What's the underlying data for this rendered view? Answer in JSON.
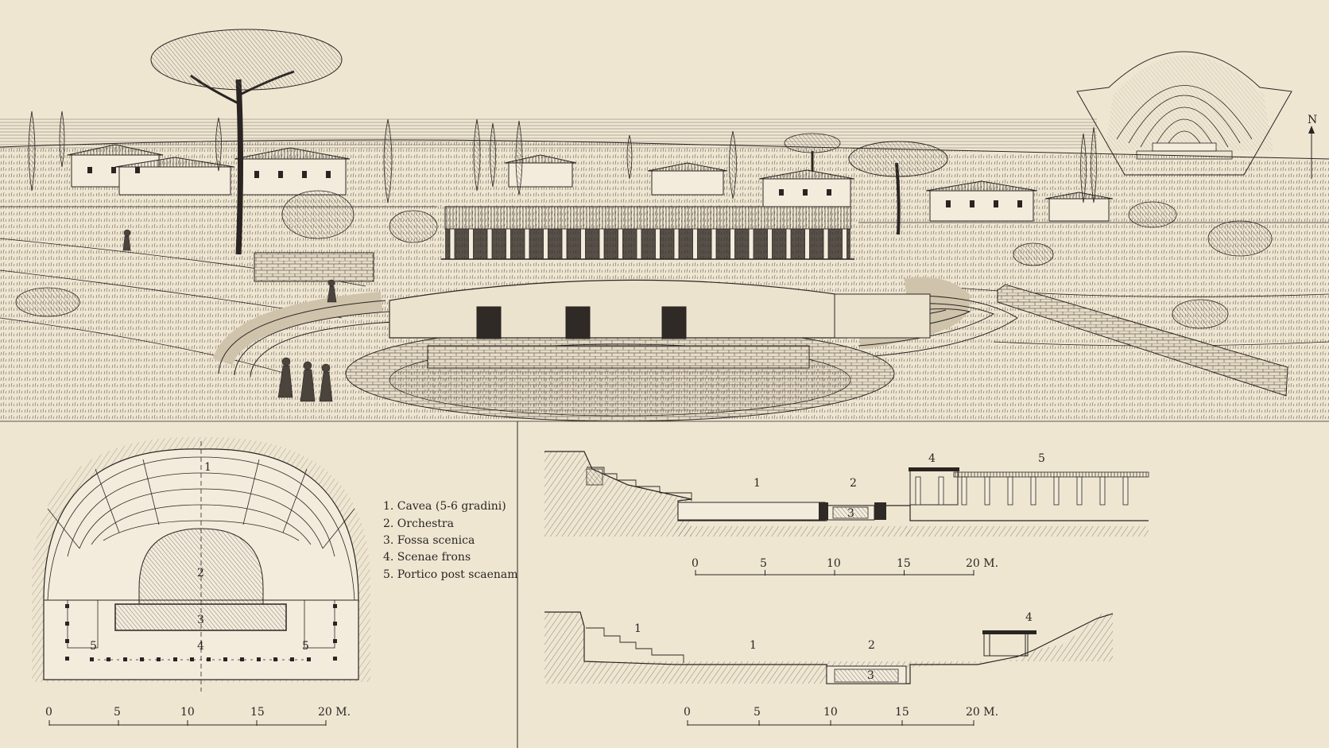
{
  "legend": [
    "1. Cavea (5-6 gradini)",
    "2. Orchestra",
    "3. Fossa scenica",
    "4. Scenae frons",
    "5. Portico post scaenam"
  ],
  "north": "N",
  "plan": {
    "labels": {
      "cavea": "1",
      "orchestra": "2",
      "fossa": "3",
      "scenae": "4",
      "portico_left": "5",
      "portico_right": "5"
    },
    "scale": [
      "0",
      "5",
      "10",
      "15",
      "20 M."
    ]
  },
  "section_a": {
    "labels": {
      "cavea": "1",
      "orchestra": "2",
      "fossa": "3",
      "scenae": "4",
      "portico": "5"
    },
    "scale": [
      "0",
      "5",
      "10",
      "15",
      "20 M."
    ]
  },
  "section_b": {
    "labels": {
      "cavea": "1",
      "orchestra_a": "1",
      "orchestra_b": "2",
      "fossa": "3",
      "scenae": "4"
    },
    "scale": [
      "0",
      "5",
      "10",
      "15",
      "20 M."
    ]
  },
  "colors": {
    "paper": "#efe6d2",
    "ink": "#2a2522",
    "hatch": "#6b635a"
  }
}
